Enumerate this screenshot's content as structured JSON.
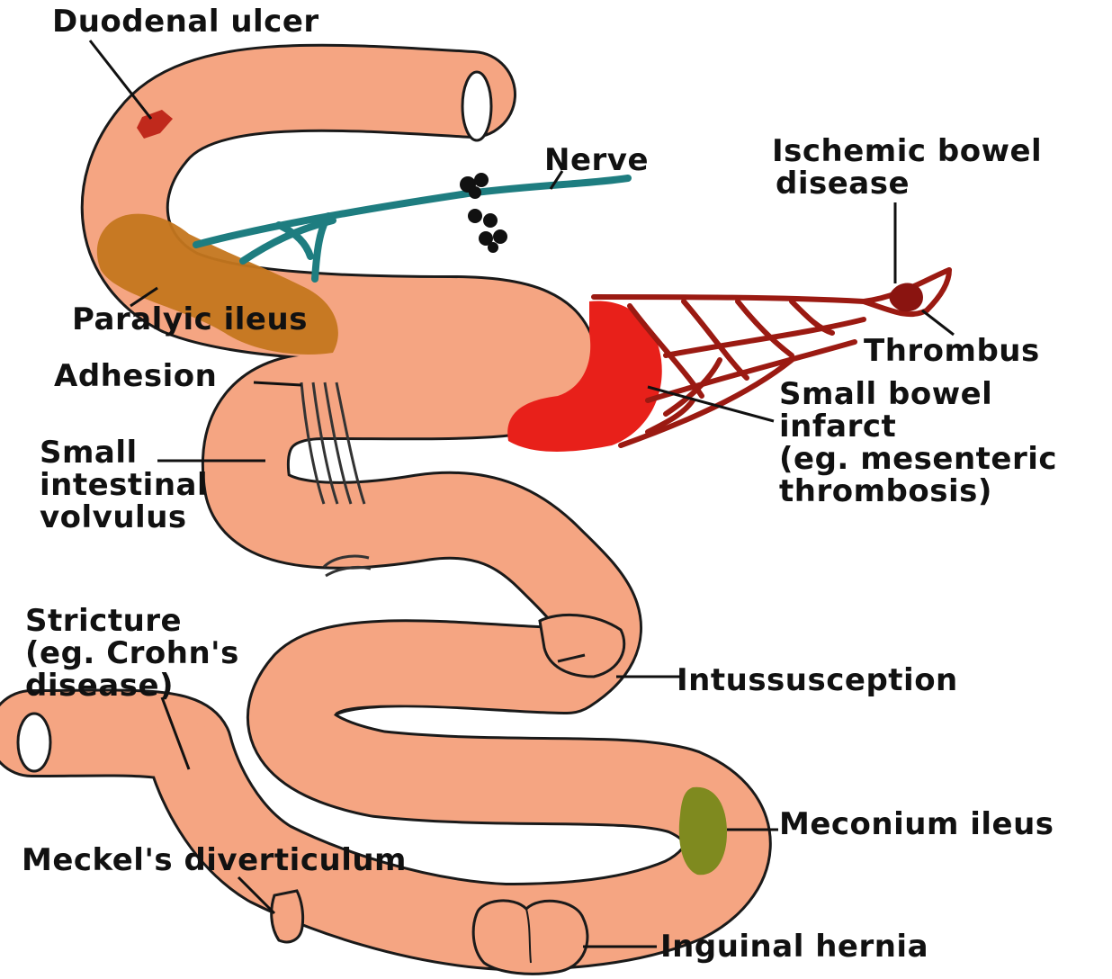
{
  "diagram": {
    "labels": {
      "duodenal_ulcer": "Duodenal ulcer",
      "nerve": "Nerve",
      "ischemic_line1": "Ischemic bowel",
      "ischemic_line2": "disease",
      "paralytic_ileus": "Paralyic ileus",
      "thrombus": "Thrombus",
      "adhesion": "Adhesion",
      "small_bowel_infarct_line1": "Small bowel",
      "small_bowel_infarct_line2": "infarct",
      "small_bowel_infarct_line3": "(eg. mesenteric",
      "small_bowel_infarct_line4": "thrombosis)",
      "volvulus_line1": "Small",
      "volvulus_line2": "intestinal",
      "volvulus_line3": "volvulus",
      "stricture_line1": "Stricture",
      "stricture_line2": "(eg. Crohn's",
      "stricture_line3": "disease)",
      "intussusception": "Intussusception",
      "meconium_ileus": "Meconium ileus",
      "meckels": "Meckel's diverticulum",
      "inguinal_hernia": "Inguinal hernia"
    },
    "colors": {
      "bowel": "#f5a582",
      "bowel_outline": "#1a1a1a",
      "ulcer": "#c0291c",
      "paralytic": "#c4761e",
      "nerve": "#1e7d80",
      "infarct": "#e8201a",
      "vessels": "#9b1a12",
      "meconium": "#7f8a1f"
    }
  }
}
